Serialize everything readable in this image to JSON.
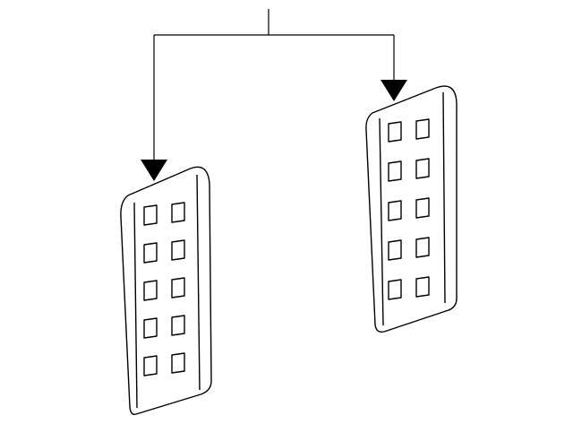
{
  "diagram": {
    "kind": "parts-illustration",
    "line_color": "#000000",
    "background_color": "#ffffff",
    "parts": [
      {
        "id": "left-pedal-pad",
        "pad_count": 10
      },
      {
        "id": "right-pedal-pad",
        "pad_count": 10
      }
    ]
  }
}
